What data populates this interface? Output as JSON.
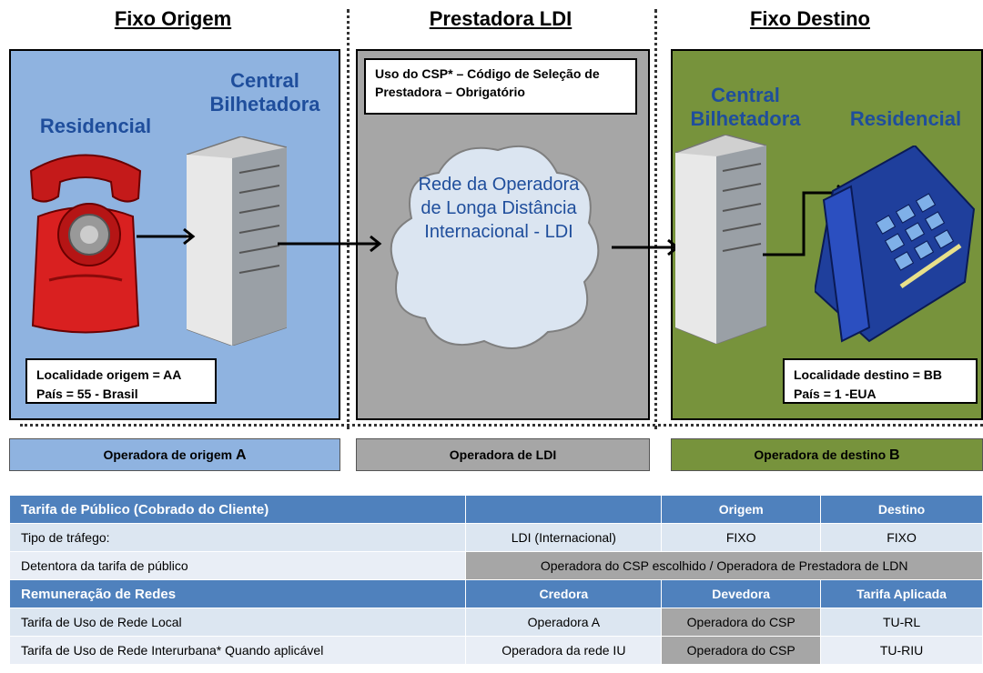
{
  "headers": {
    "origem": "Fixo Origem",
    "ldi": "Prestadora LDI",
    "destino": "Fixo Destino"
  },
  "origem": {
    "residencial": "Residencial",
    "central": "Central Bilhetadora",
    "info_line1": "Localidade origem = AA",
    "info_line2": "País = 55 - Brasil",
    "operadora": "Operadora de origem",
    "operadora_letter": "A"
  },
  "ldi": {
    "csp_note": "Uso do CSP* – Código de Seleção de Prestadora – Obrigatório",
    "cloud_text": "Rede da Operadora de Longa Distância Internacional - LDI",
    "operadora": "Operadora de LDI"
  },
  "destino": {
    "central": "Central Bilhetadora",
    "residencial": "Residencial",
    "info_line1": "Localidade destino = BB",
    "info_line2": "País = 1 -EUA",
    "operadora": "Operadora de destino",
    "operadora_letter": "B"
  },
  "icons": [
    "red-telephone-icon",
    "server-tower-icon",
    "cloud-icon",
    "blue-desk-phone-icon",
    "arrow-icon"
  ],
  "colors": {
    "origem_bg": "#8fb3e0",
    "ldi_bg": "#a6a6a6",
    "destino_bg": "#77933c",
    "table_header": "#4f81bd",
    "text_blue": "#1f4e9c"
  },
  "table": {
    "header1": {
      "title": "Tarifa de Público (Cobrado do Cliente)",
      "c1": "",
      "c2": "Origem",
      "c3": "Destino"
    },
    "row_trafego": {
      "label": "Tipo de tráfego:",
      "c1": "LDI (Internacional)",
      "c2": "FIXO",
      "c3": "FIXO"
    },
    "row_detentora": {
      "label": "Detentora da tarifa de público",
      "merged": "Operadora  do CSP escolhido / Operadora de Prestadora de LDN"
    },
    "header2": {
      "title": "Remuneração de Redes",
      "c1": "Credora",
      "c2": "Devedora",
      "c3": "Tarifa Aplicada"
    },
    "row_local": {
      "label": "Tarifa de Uso de Rede Local",
      "c1": "Operadora  A",
      "c2": "Operadora  do CSP",
      "c3": "TU-RL"
    },
    "row_iu": {
      "label": "Tarifa de Uso de Rede Interurbana* Quando aplicável",
      "c1": "Operadora da rede IU",
      "c2": "Operadora do CSP",
      "c3": "TU-RIU"
    }
  }
}
